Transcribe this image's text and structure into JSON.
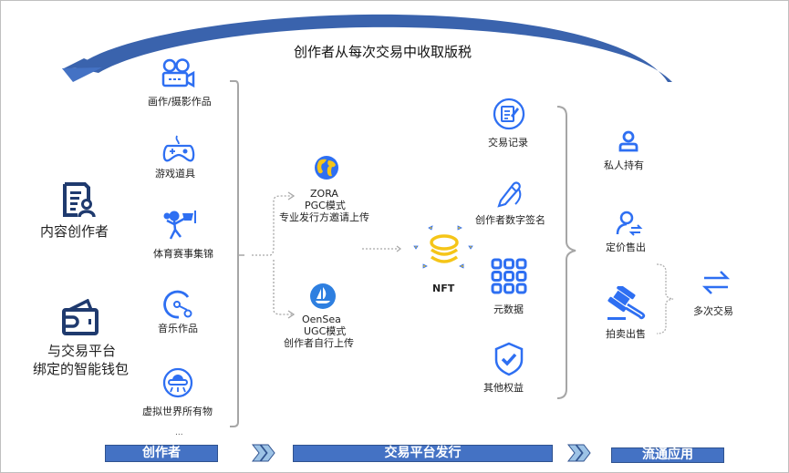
{
  "title": "创作者从每次交易中收取版税",
  "left": {
    "creator_label": "内容创作者",
    "wallet_label_line1": "与交易平台",
    "wallet_label_line2": "绑定的智能钱包"
  },
  "works": {
    "items": [
      {
        "label": "画作/摄影作品",
        "icon": "video-camera-icon"
      },
      {
        "label": "游戏道具",
        "icon": "gamepad-icon"
      },
      {
        "label": "体育赛事集锦",
        "icon": "basketball-player-icon"
      },
      {
        "label": "音乐作品",
        "icon": "music-disc-icon"
      },
      {
        "label": "虚拟世界所有物",
        "icon": "ufo-icon"
      }
    ],
    "ellipsis": "..."
  },
  "platforms": {
    "zora": {
      "name": "ZORA",
      "mode": "PGC模式",
      "desc": "专业发行方邀请上传",
      "icon": "globe-icon"
    },
    "opensea": {
      "name": "OenSea",
      "mode": "UGC模式",
      "desc": "创作者自行上传",
      "icon": "sailboat-icon"
    }
  },
  "nft": {
    "label": "NFT",
    "icon": "coin-stack-icon"
  },
  "attributes": {
    "items": [
      {
        "label": "交易记录",
        "icon": "edit-record-icon"
      },
      {
        "label": "创作者数字签名",
        "icon": "pen-signature-icon"
      },
      {
        "label": "元数据",
        "icon": "grid-icon"
      },
      {
        "label": "其他权益",
        "icon": "shield-check-icon"
      }
    ]
  },
  "circulation": {
    "items": [
      {
        "label": "私人持有",
        "icon": "user-icon"
      },
      {
        "label": "定价售出",
        "icon": "user-exchange-icon"
      },
      {
        "label": "拍卖出售",
        "icon": "gavel-icon"
      }
    ],
    "multi_trade": {
      "label": "多次交易",
      "icon": "swap-arrows-icon"
    }
  },
  "stages": [
    {
      "label": "创作者"
    },
    {
      "label": "交易平台发行"
    },
    {
      "label": "流通应用"
    }
  ],
  "colors": {
    "icon_blue": "#2e6ff2",
    "dark_navy": "#1f3a6e",
    "arc_blue": "#3a63ad",
    "bar_blue": "#4472c4",
    "bar_border": "#2f528f",
    "nft_gold": "#f5c518",
    "chevron_light": "#9dc3e6"
  }
}
